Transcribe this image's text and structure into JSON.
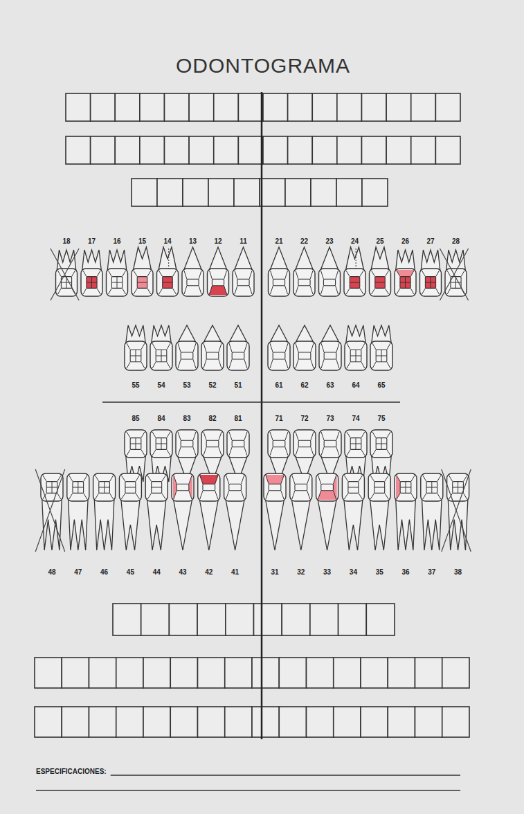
{
  "diagram": {
    "title": "ODONTOGRAMA",
    "labels": [
      "18",
      "17",
      "16",
      "15",
      "14",
      "13",
      "12",
      "11",
      "21",
      "22",
      "23",
      "24",
      "25",
      "26",
      "27",
      "28",
      "55",
      "54",
      "53",
      "52",
      "51",
      "61",
      "62",
      "63",
      "64",
      "65",
      "85",
      "84",
      "83",
      "82",
      "81",
      "71",
      "72",
      "73",
      "74",
      "75",
      "48",
      "47",
      "46",
      "45",
      "44",
      "43",
      "42",
      "41",
      "31",
      "32",
      "33",
      "34",
      "35",
      "36",
      "37",
      "38",
      "ESPECIFICACIONES:"
    ]
  }
}
